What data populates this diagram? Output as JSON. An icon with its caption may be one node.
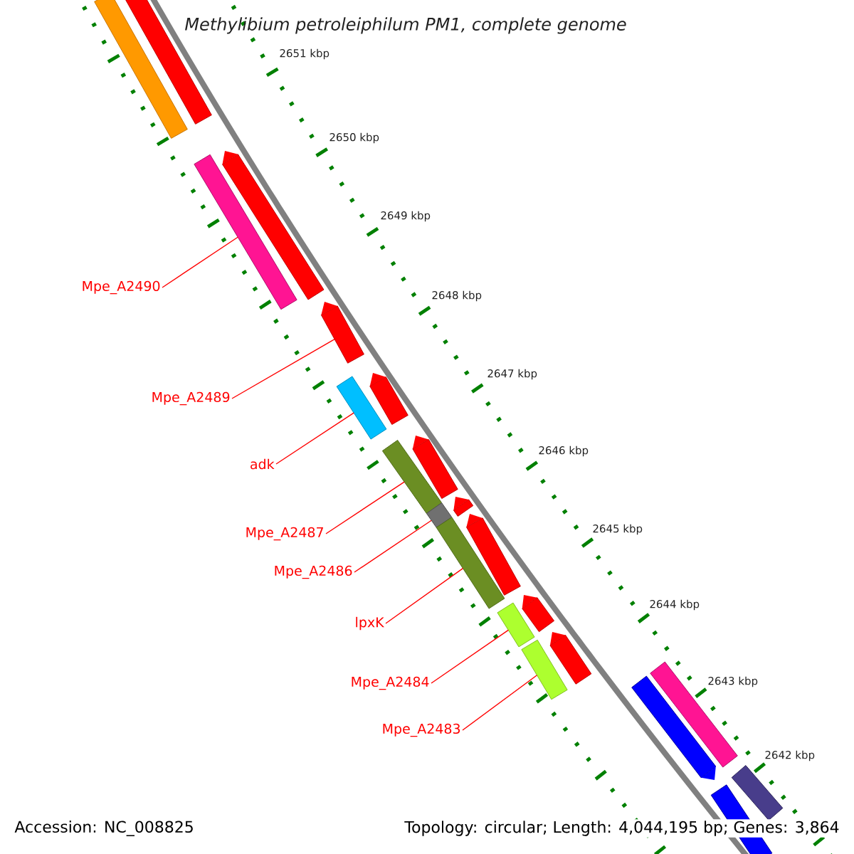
{
  "diagram": {
    "title": "Methylibium petroleiphilum PM1, complete genome",
    "nodes": [
      {
        "text": [
          "Mpe_A2490"
        ]
      },
      {
        "text": [
          "Mpe_A2489"
        ]
      },
      {
        "text": [
          "adk"
        ]
      },
      {
        "text": [
          "Mpe_A2487"
        ]
      },
      {
        "text": [
          "Mpe_A2486"
        ]
      },
      {
        "text": [
          "lpxK"
        ]
      },
      {
        "text": [
          "Mpe_A2484"
        ]
      },
      {
        "text": [
          "Mpe_A2483"
        ]
      },
      {
        "text": [],
        "shape": "bar"
      },
      {
        "text": [],
        "shape": "bar"
      },
      {
        "text": [],
        "shape": "bar"
      },
      {
        "text": [],
        "shape": "bar"
      },
      {
        "text": [],
        "shape": "bar"
      },
      {
        "text": [],
        "shape": "bar"
      },
      {
        "text": [],
        "shape": "bar"
      },
      {
        "text": [],
        "shape": "bar"
      },
      {
        "text": [],
        "shape": "bar"
      },
      {
        "text": [],
        "shape": "bar"
      },
      {
        "text": [],
        "shape": "bar"
      },
      {
        "text": [],
        "shape": "bar"
      },
      {
        "text": [],
        "shape": "bar"
      },
      {
        "text": [],
        "shape": "bar"
      },
      {
        "text": [],
        "shape": "bar"
      },
      {
        "text": [],
        "shape": "bar"
      },
      {
        "text": [],
        "shape": "bar"
      },
      {
        "text": [],
        "shape": "bar"
      },
      {
        "text": [],
        "shape": "bar"
      },
      {
        "text": [],
        "shape": "bar"
      },
      {
        "text": [],
        "shape": "bar"
      }
    ],
    "edges": [
      {
        "from": 0,
        "to": 10,
        "arrow": "none"
      },
      {
        "from": 1,
        "to": 12,
        "arrow": "none"
      },
      {
        "from": 2,
        "to": 13,
        "arrow": "none"
      },
      {
        "from": 3,
        "to": 16,
        "arrow": "none"
      },
      {
        "from": 4,
        "to": 17,
        "arrow": "none"
      },
      {
        "from": 5,
        "to": 18,
        "arrow": "none"
      },
      {
        "from": 6,
        "to": 22,
        "arrow": "none"
      },
      {
        "from": 7,
        "to": 23,
        "arrow": "none"
      }
    ],
    "labels": [
      "2651 kbp",
      "2650 kbp",
      "2649 kbp",
      "2648 kbp",
      "2647 kbp",
      "2646 kbp",
      "2645 kbp",
      "2644 kbp",
      "2643 kbp",
      "2642 kbp",
      "Accession: NC_008825",
      "Topology: circular; Length: 4,044,195 bp; Genes: 3,864"
    ]
  }
}
